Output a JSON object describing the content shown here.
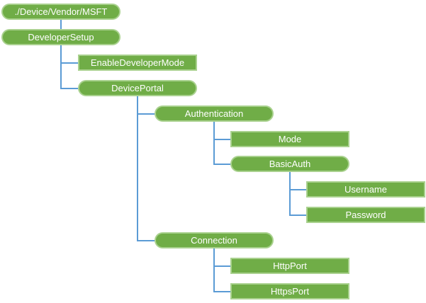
{
  "diagram": {
    "type": "tree",
    "colors": {
      "background": "#ffffff",
      "node_fill": "#70ad47",
      "node_border": "#a9d18e",
      "node_text": "#ffffff",
      "connector": "#5b9bd5"
    },
    "nodes": [
      {
        "id": "msft",
        "label": "./Device/Vendor/MSFT",
        "shape": "rounded",
        "row": 0,
        "level": 0,
        "parent": null
      },
      {
        "id": "developersetup",
        "label": "DeveloperSetup",
        "shape": "rounded",
        "row": 1,
        "level": 0,
        "parent": "msft"
      },
      {
        "id": "enabledevelopermode",
        "label": "EnableDeveloperMode",
        "shape": "rect",
        "row": 2,
        "level": 1,
        "parent": "developersetup"
      },
      {
        "id": "deviceportal",
        "label": "DevicePortal",
        "shape": "rounded",
        "row": 3,
        "level": 1,
        "parent": "developersetup"
      },
      {
        "id": "authentication",
        "label": "Authentication",
        "shape": "rounded",
        "row": 4,
        "level": 2,
        "parent": "deviceportal"
      },
      {
        "id": "mode",
        "label": "Mode",
        "shape": "rect",
        "row": 5,
        "level": 3,
        "parent": "authentication"
      },
      {
        "id": "basicauth",
        "label": "BasicAuth",
        "shape": "rounded",
        "row": 6,
        "level": 3,
        "parent": "authentication"
      },
      {
        "id": "username",
        "label": "Username",
        "shape": "rect",
        "row": 7,
        "level": 4,
        "parent": "basicauth"
      },
      {
        "id": "password",
        "label": "Password",
        "shape": "rect",
        "row": 8,
        "level": 4,
        "parent": "basicauth"
      },
      {
        "id": "connection",
        "label": "Connection",
        "shape": "rounded",
        "row": 9,
        "level": 2,
        "parent": "deviceportal"
      },
      {
        "id": "httpport",
        "label": "HttpPort",
        "shape": "rect",
        "row": 10,
        "level": 3,
        "parent": "connection"
      },
      {
        "id": "httpsport",
        "label": "HttpsPort",
        "shape": "rect",
        "row": 11,
        "level": 3,
        "parent": "connection"
      }
    ]
  }
}
